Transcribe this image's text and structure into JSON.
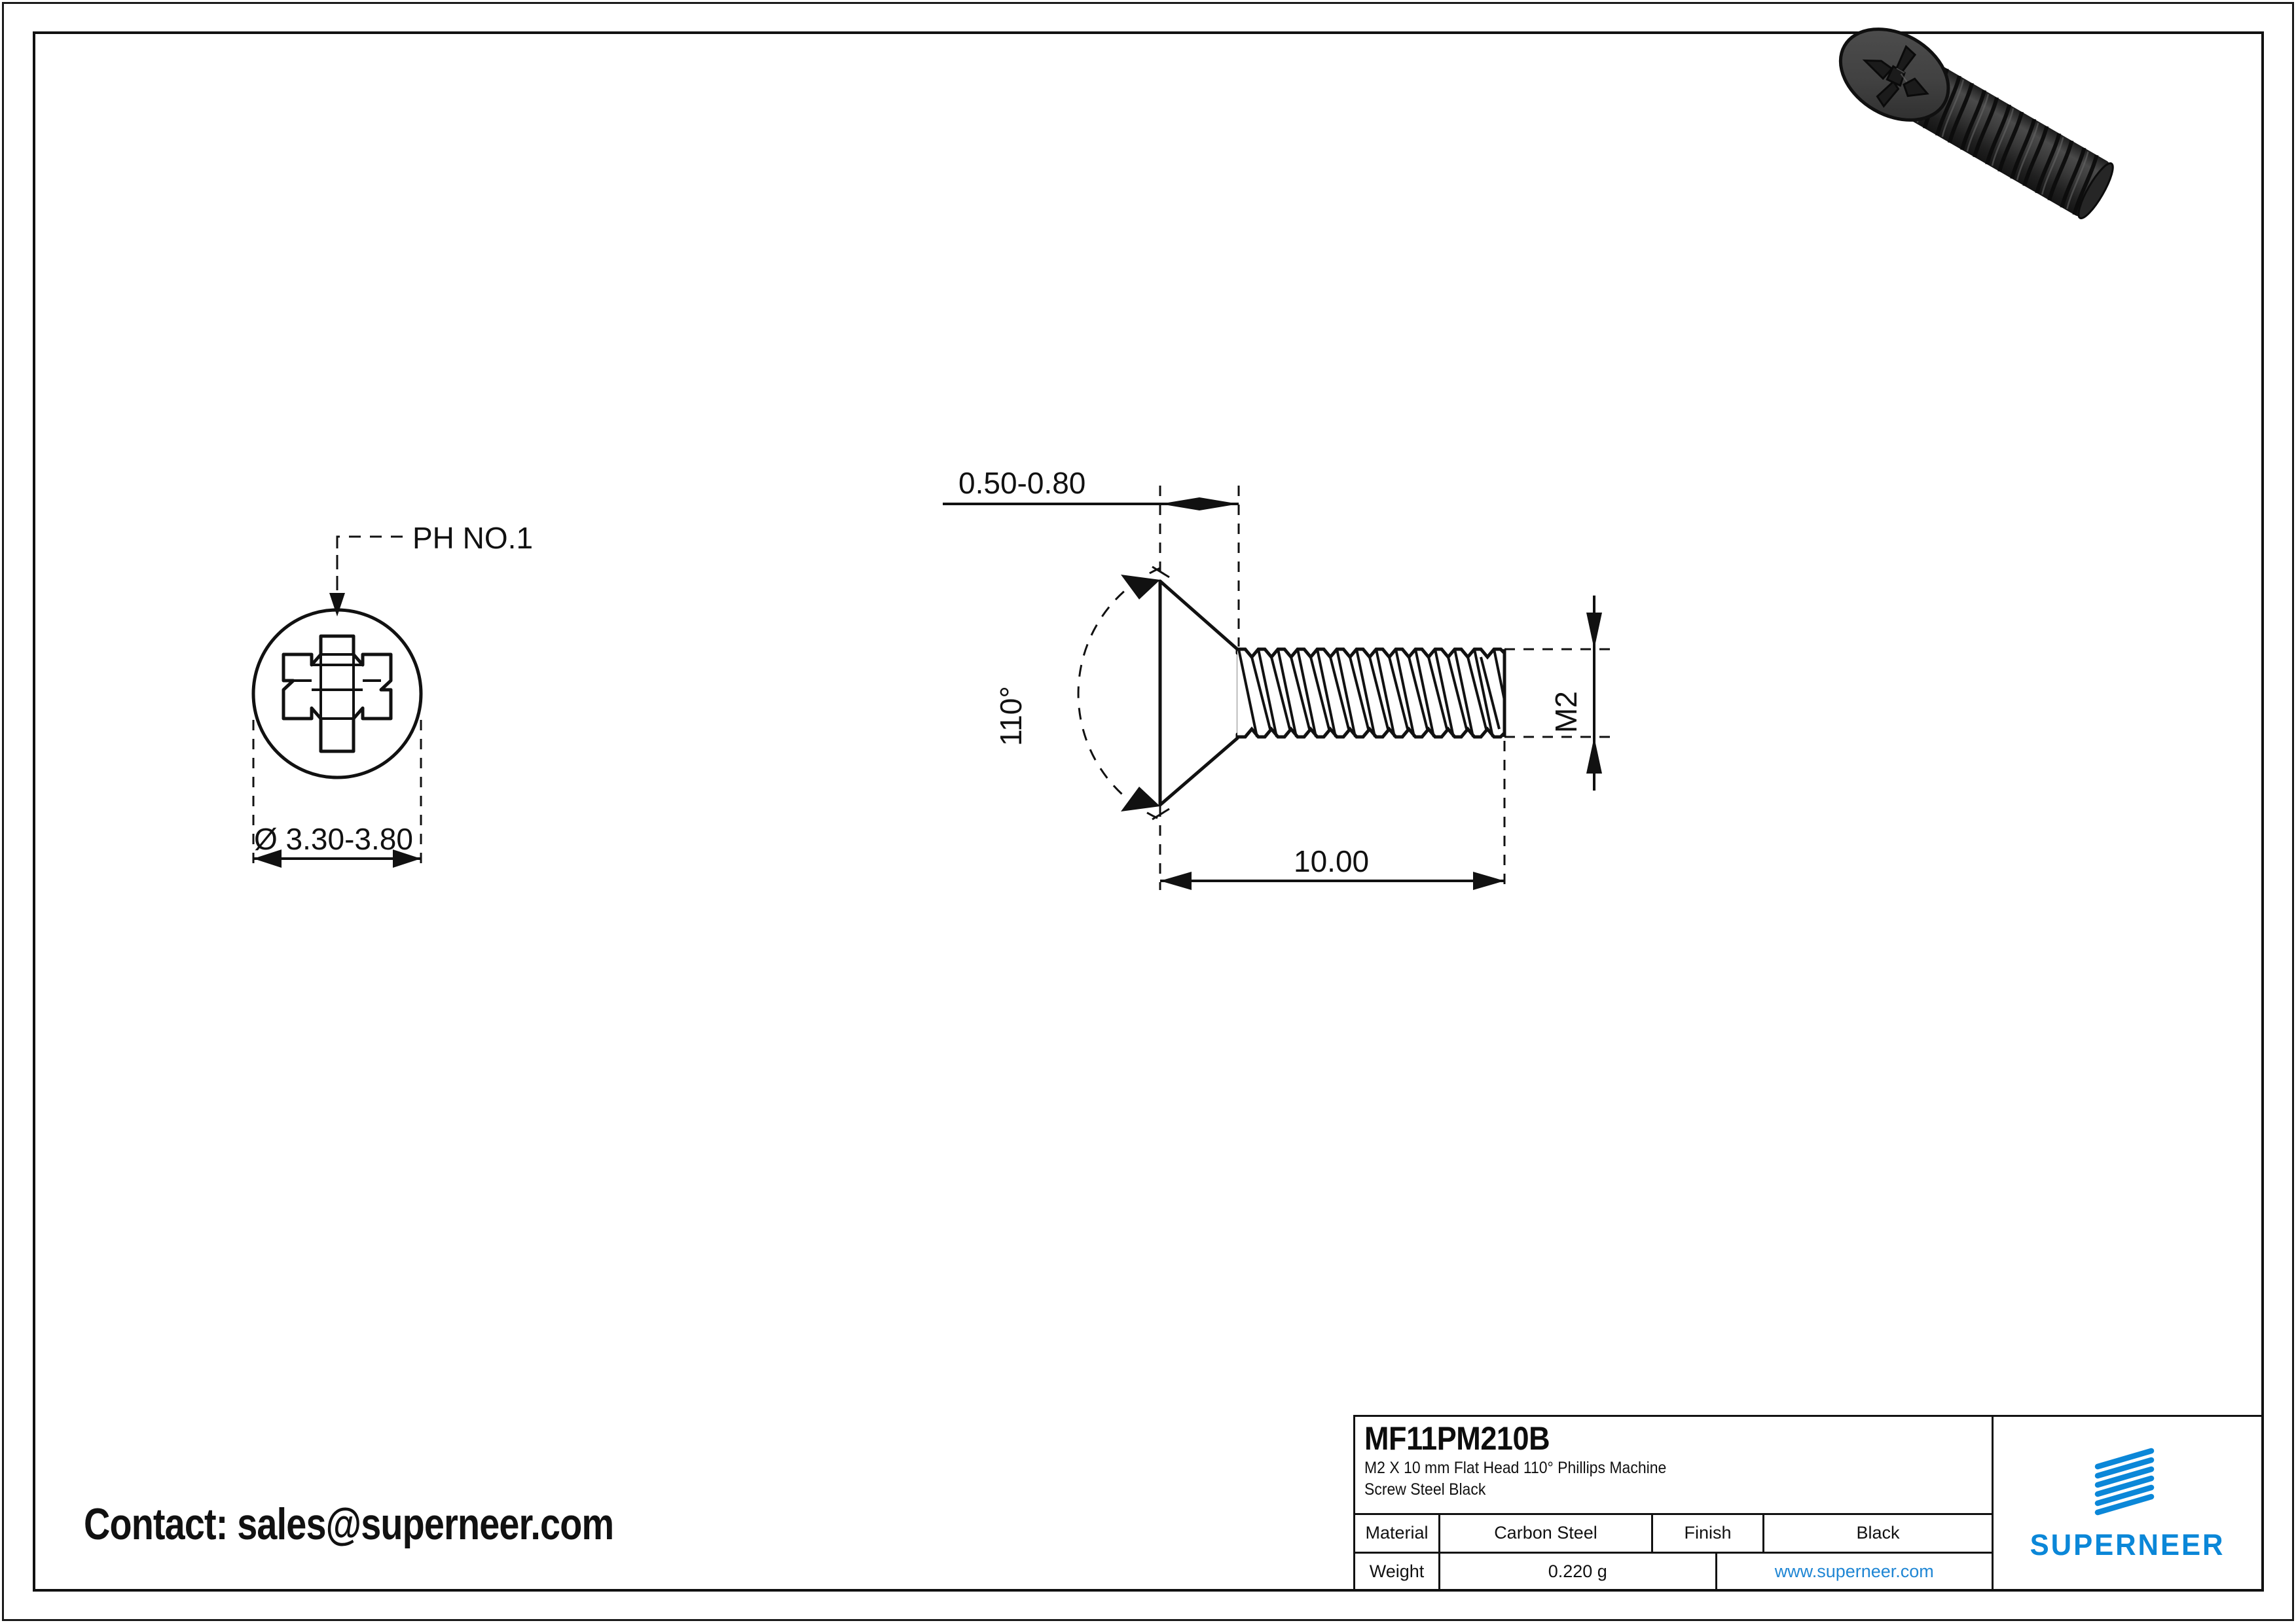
{
  "drawing": {
    "type": "engineering-drawing",
    "product": "M2 X 10 mm Flat Head 110° Phillips Machine Screw Steel Black",
    "views": {
      "iso_render": {
        "name": "3d-screw-render",
        "color": "#3a3a3a",
        "angle_deg": 30
      },
      "head_view": {
        "name": "head-end-view",
        "callout_label": "PH NO.1",
        "diameter_dimension": "Ø 3.30-3.80"
      },
      "side_view": {
        "name": "side-profile-view",
        "head_height_dimension": "0.50-0.80",
        "head_angle_dimension": "110°",
        "thread_dimension": "M2",
        "length_dimension": "10.00"
      }
    }
  },
  "contact": {
    "line": "Contact: sales@superneer.com"
  },
  "title_block": {
    "part_number": "MF11PM210B",
    "description_line1": "M2 X 10 mm  Flat Head 110° Phillips Machine",
    "description_line2": "Screw Steel Black",
    "rows": [
      {
        "label": "Material",
        "value": "Carbon Steel",
        "label2": "Finish",
        "value2": "Black"
      },
      {
        "label": "Weight",
        "value": "0.220 g",
        "url": "www.superneer.com"
      }
    ],
    "logo": {
      "wordmark": "SUPERNEER",
      "color": "#0b87d8",
      "mark": "slanted-stripes"
    }
  },
  "colors": {
    "line": "#111111",
    "brand_blue": "#0b87d8",
    "url_blue": "#1f86d4",
    "screw_dark": "#3a3a3a"
  }
}
